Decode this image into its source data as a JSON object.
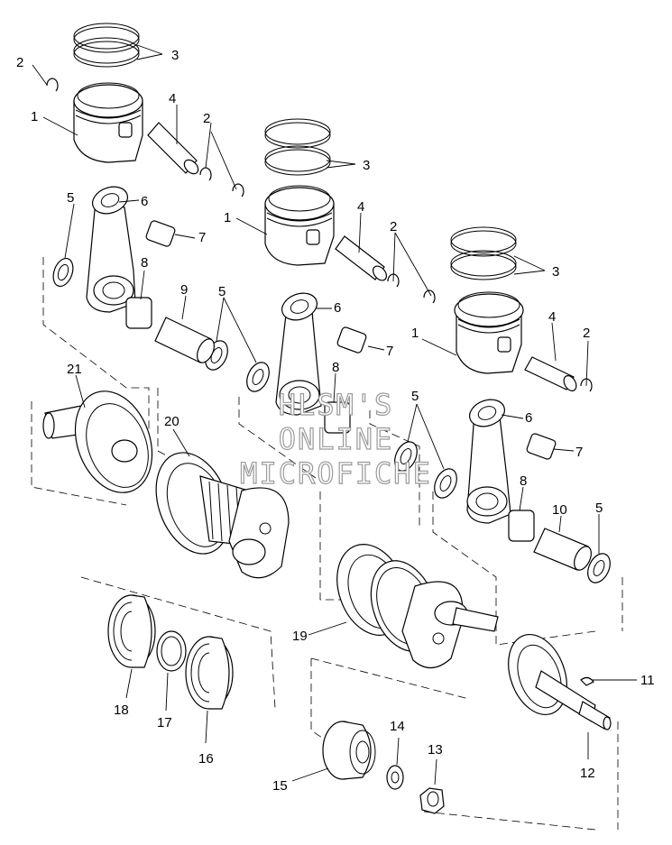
{
  "callouts": {
    "c1": "1",
    "c2": "2",
    "c3": "3",
    "c4": "4",
    "c5": "5",
    "c6": "6",
    "c7": "7",
    "c8": "8",
    "c9": "9",
    "c10": "10",
    "c11": "11",
    "c12": "12",
    "c13": "13",
    "c14": "14",
    "c15": "15",
    "c16": "16",
    "c17": "17",
    "c18": "18",
    "c19": "19",
    "c20": "20",
    "c21": "21"
  },
  "watermark": {
    "line1": "HLSM'S",
    "line2": "ONLINE",
    "line3": "MICROFICHE"
  }
}
